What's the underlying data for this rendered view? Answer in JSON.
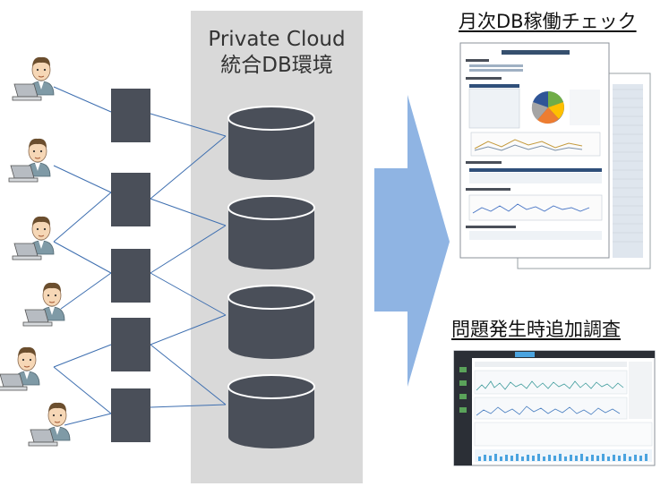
{
  "diagram": {
    "cloud_title_line1": "Private Cloud",
    "cloud_title_line2": "統合DB環境",
    "monthly_check_title": "月次DB稼働チェック",
    "investigation_title": "問題発生時追加調査",
    "colors": {
      "cloud_panel": "#d9d9d9",
      "server": "#4a4f59",
      "database": "#4a4f59",
      "connector": "#3e6fb0",
      "arrow": "#8fb4e3"
    },
    "users": [
      "user-1",
      "user-2",
      "user-3",
      "user-4",
      "user-5",
      "user-6"
    ],
    "servers": [
      "server-1",
      "server-2",
      "server-3",
      "server-4",
      "server-5"
    ],
    "databases": [
      "database-1",
      "database-2",
      "database-3",
      "database-4"
    ]
  }
}
